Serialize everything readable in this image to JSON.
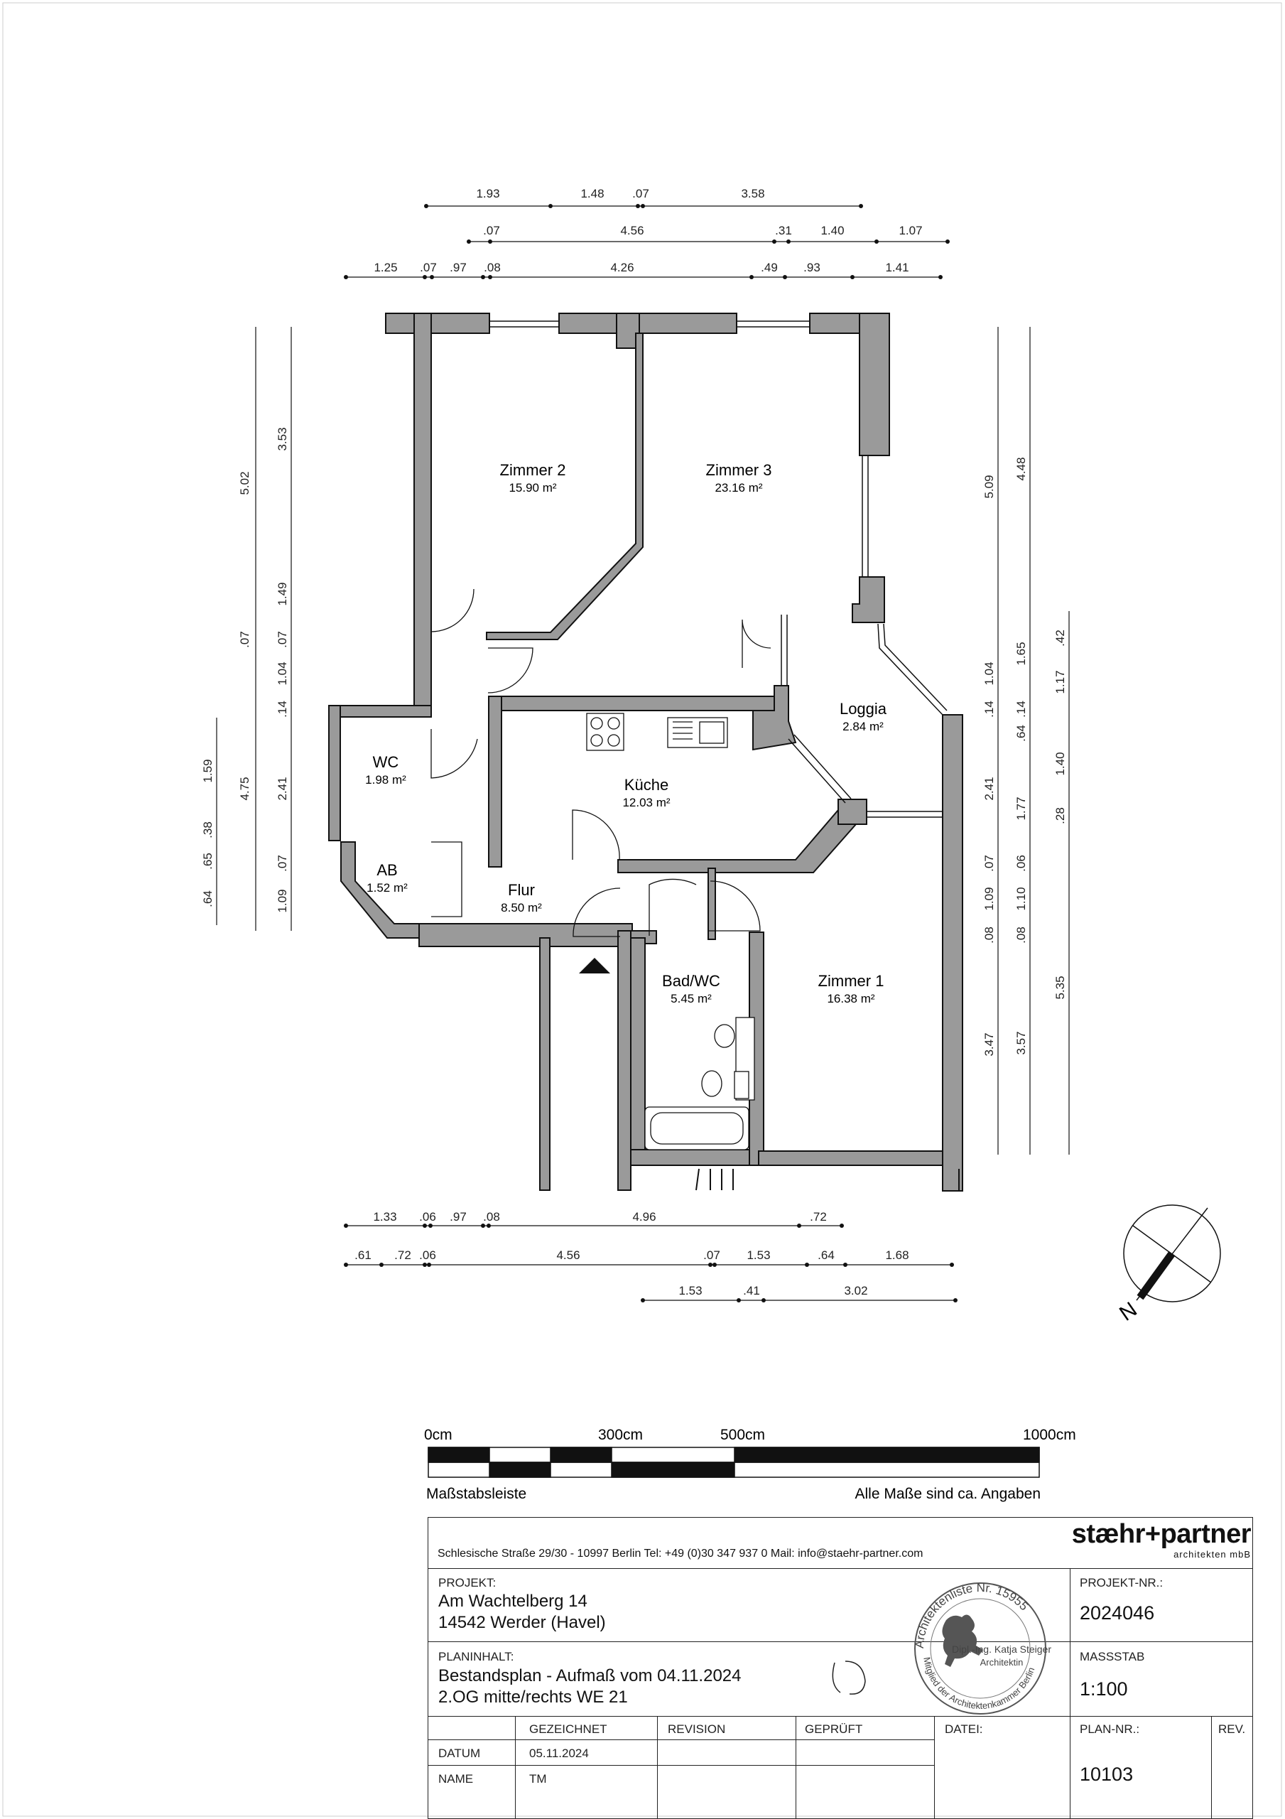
{
  "rooms": {
    "zimmer2": {
      "name": "Zimmer 2",
      "area": "15.90 m²"
    },
    "zimmer3": {
      "name": "Zimmer 3",
      "area": "23.16 m²"
    },
    "loggia": {
      "name": "Loggia",
      "area": "2.84 m²"
    },
    "wc": {
      "name": "WC",
      "area": "1.98 m²"
    },
    "kueche": {
      "name": "Küche",
      "area": "12.03 m²"
    },
    "ab": {
      "name": "AB",
      "area": "1.52 m²"
    },
    "flur": {
      "name": "Flur",
      "area": "8.50 m²"
    },
    "bad": {
      "name": "Bad/WC",
      "area": "5.45 m²"
    },
    "zimmer1": {
      "name": "Zimmer 1",
      "area": "16.38 m²"
    }
  },
  "dimensions": {
    "top1": [
      "1.93",
      "1.48",
      ".07",
      "3.58"
    ],
    "top2": [
      ".07",
      "4.56",
      ".31",
      "1.40",
      "1.07"
    ],
    "top3": [
      "1.25",
      ".07",
      ".97",
      ".08",
      "4.26",
      ".49",
      ".93",
      "1.41"
    ],
    "left_outer": [
      "1.59",
      ".38",
      ".65",
      ".64"
    ],
    "left_mid": [
      "5.02",
      ".07",
      "4.75"
    ],
    "left_inner": [
      "3.53",
      "1.49",
      ".07",
      "1.04",
      ".14",
      "2.41",
      ".07",
      "1.09"
    ],
    "right1": [
      "5.09",
      "1.04",
      ".14",
      "2.41",
      ".07",
      "1.09",
      ".08",
      "3.47"
    ],
    "right2": [
      "4.48",
      "1.65",
      ".14",
      ".64",
      "1.77",
      ".06",
      "1.10",
      ".08",
      "3.57"
    ],
    "right3": [
      ".42",
      "1.17",
      "1.40",
      ".28",
      "5.35"
    ],
    "bottom1": [
      "1.33",
      ".06",
      ".97",
      ".08",
      "4.96",
      ".72"
    ],
    "bottom2": [
      ".61",
      ".72",
      ".06",
      "4.56",
      ".07",
      "1.53",
      ".64",
      "1.68"
    ],
    "bottom3": [
      "1.53",
      ".41",
      "3.02"
    ]
  },
  "compass": {
    "label": "N"
  },
  "scalebar": {
    "ticks": [
      "0cm",
      "300cm",
      "500cm",
      "1000cm"
    ],
    "caption": "Maßstabsleiste",
    "note": "Alle Maße sind ca. Angaben"
  },
  "titleblock": {
    "address_line": "Schlesische Straße 29/30 - 10997 Berlin    Tel: +49 (0)30 347 937 0    Mail: info@staehr-partner.com",
    "logo_main": "stæhr+partner",
    "logo_sub": "architekten mbB",
    "projekt_label": "PROJEKT:",
    "projekt_line1": "Am Wachtelberg 14",
    "projekt_line2": "14542 Werder (Havel)",
    "projektnr_label": "PROJEKT-NR.:",
    "projektnr_value": "2024046",
    "planinhalt_label": "PLANINHALT:",
    "planinhalt_line1": "Bestandsplan - Aufmaß vom 04.11.2024",
    "planinhalt_line2": "2.OG mitte/rechts WE 21",
    "massstab_label": "MASSSTAB",
    "massstab_value": "1:100",
    "stamp_text": "Architektenliste Nr. 15955",
    "stamp_name": "Dipl.-Ing. Katja Steiger",
    "stamp_role": "Architektin",
    "stamp_bottom": "Mitglied der Architektenkammer Berlin",
    "col_gezeichnet": "GEZEICHNET",
    "col_revision": "REVISION",
    "col_geprueft": "GEPRÜFT",
    "col_datei": "DATEI:",
    "datum_label": "DATUM",
    "datum_value": "05.11.2024",
    "name_label": "NAME",
    "name_value": "TM",
    "plannr_label": "PLAN-NR.:",
    "plannr_value": "10103",
    "rev_label": "REV."
  },
  "colors": {
    "wall": "#9a9a9a",
    "line": "#111111"
  }
}
